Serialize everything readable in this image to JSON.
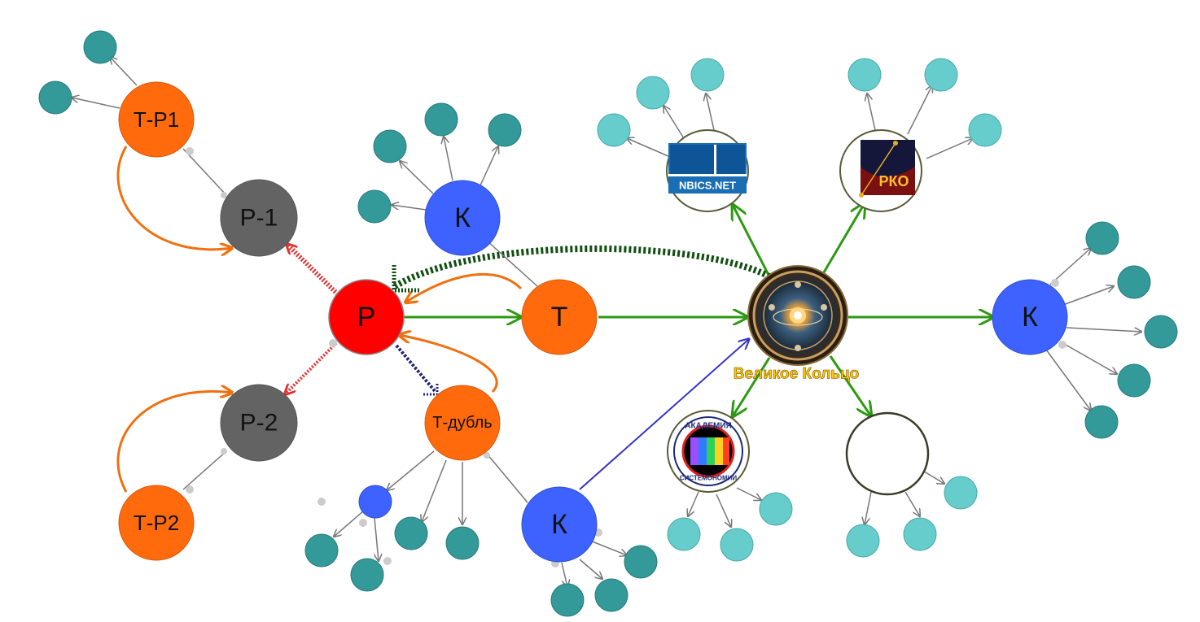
{
  "diagram": {
    "nodes": {
      "p": {
        "label": "Р",
        "color": "#ff0000"
      },
      "p1": {
        "label": "Р-1",
        "color": "#636363"
      },
      "p2": {
        "label": "Р-2",
        "color": "#636363"
      },
      "tp1": {
        "label": "Т-Р1",
        "color": "#ff6a0d"
      },
      "tp2": {
        "label": "Т-Р2",
        "color": "#ff6a0d"
      },
      "t": {
        "label": "Т",
        "color": "#ff6a0d"
      },
      "tdubl": {
        "label": "Т-дубль",
        "color": "#ff6a0d"
      },
      "k_top": {
        "label": "К",
        "color": "#3d62ff"
      },
      "k_right": {
        "label": "К",
        "color": "#3d62ff"
      },
      "k_bottom": {
        "label": "К",
        "color": "#3d62ff"
      },
      "ring": {
        "label": "Великое Кольцо",
        "icon": "cosmic-ring-icon"
      },
      "nbics": {
        "label": "NBICS.NET",
        "icon": "nbics-logo"
      },
      "rko": {
        "label": "РКО",
        "icon": "rko-logo"
      },
      "academy": {
        "top_text": "АКАДЕМИЯ",
        "bottom_text": "СИСТЕМОНОМИИ",
        "icon": "academy-logo"
      }
    },
    "colors": {
      "leaf_dark": "#339999",
      "leaf_light": "#66cccc",
      "edge_green": "#2c9a10",
      "edge_orange": "#f07010",
      "edge_grey": "#777777",
      "edge_blue": "#3333cc",
      "edge_dark_green": "#0f4f0f",
      "edge_navy": "#22227a",
      "edge_red": "#e03030"
    }
  }
}
